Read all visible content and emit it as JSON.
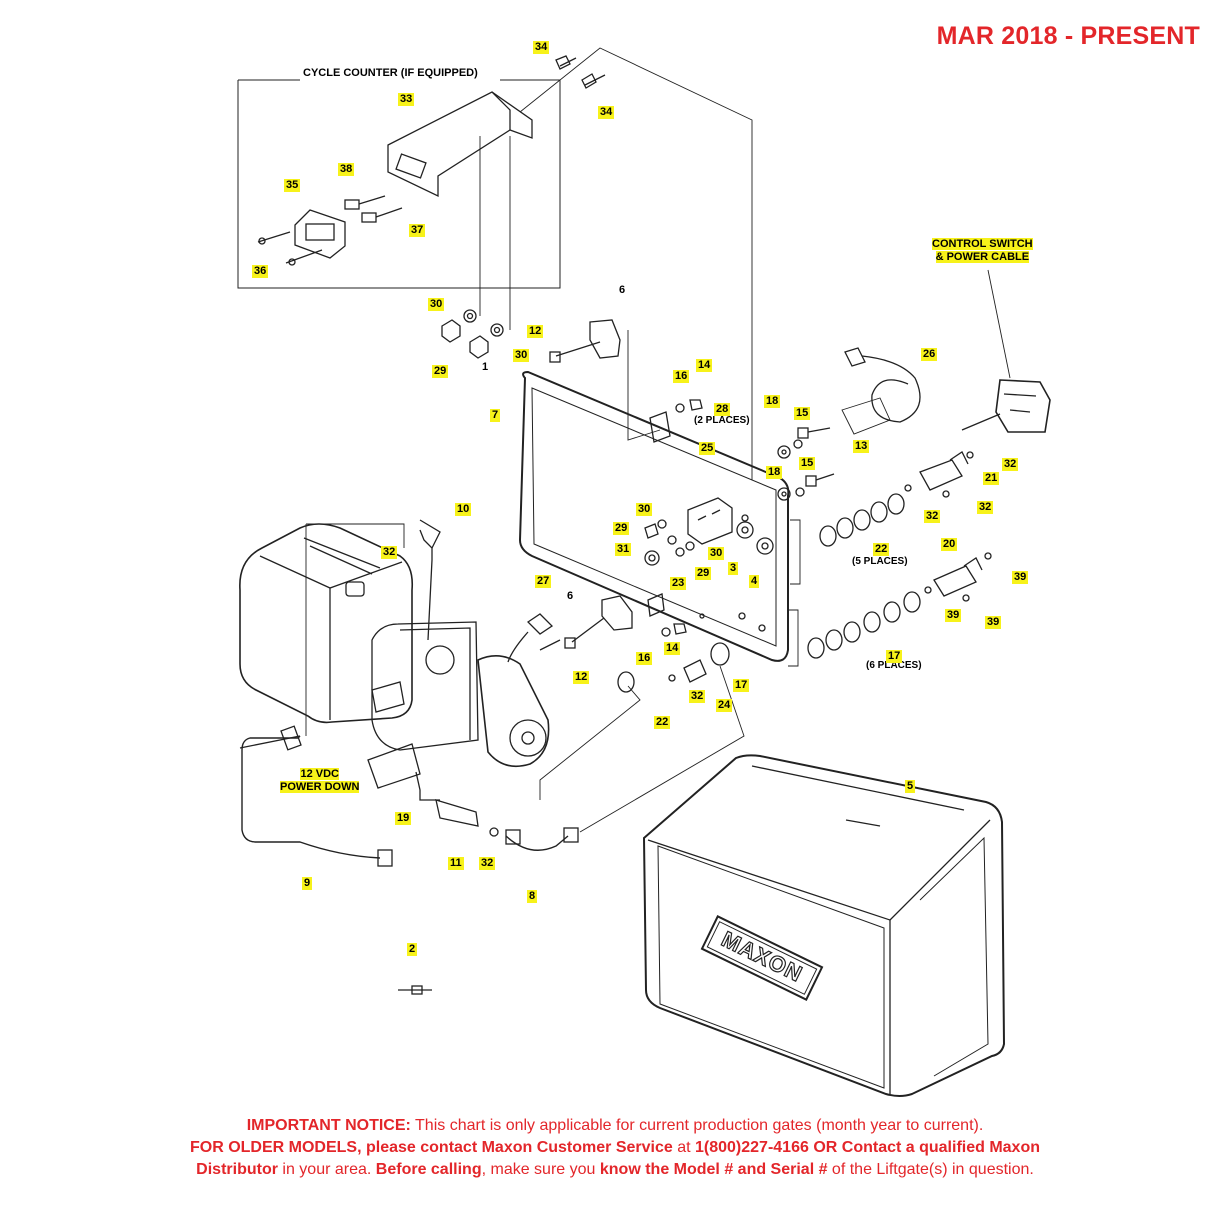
{
  "header": {
    "title": "MAR 2018 - PRESENT"
  },
  "groups": {
    "cycle_counter": "CYCLE COUNTER (IF EQUIPPED)",
    "control_switch_line1": "CONTROL SWITCH",
    "control_switch_line2": "& POWER CABLE",
    "power_down_line1": "12 VDC",
    "power_down_line2": "POWER DOWN"
  },
  "brand": {
    "logo_text": "MAXON"
  },
  "notes": {
    "places_2": "(2 PLACES)",
    "places_5": "(5 PLACES)",
    "places_6": "(6 PLACES)"
  },
  "callouts": [
    "34",
    "34",
    "33",
    "38",
    "35",
    "37",
    "36",
    "30",
    "29",
    "30",
    "6",
    "12",
    "1",
    "7",
    "16",
    "14",
    "28",
    "25",
    "18",
    "15",
    "13",
    "18",
    "15",
    "26",
    "32",
    "21",
    "32",
    "32",
    "10",
    "32",
    "30",
    "29",
    "31",
    "30",
    "23",
    "29",
    "3",
    "4",
    "22",
    "20",
    "39",
    "39",
    "39",
    "27",
    "6",
    "16",
    "14",
    "12",
    "17",
    "22",
    "32",
    "24",
    "17",
    "5",
    "19",
    "11",
    "32",
    "8",
    "9",
    "2"
  ],
  "notice": {
    "line1_bold": "IMPORTANT NOTICE:",
    "line1_text": " This chart is only applicable for current production gates (month year to current).",
    "line2_bold1": "FOR OLDER MODELS, please contact Maxon Customer Service",
    "line2_text1": " at ",
    "line2_bold2": "1(800)227-4166 OR Contact a qualified Maxon",
    "line3_bold1": "Distributor",
    "line3_text1": " in your area. ",
    "line3_bold2": "Before calling",
    "line3_text2": ", make sure you ",
    "line3_bold3": "know the Model # and Serial #",
    "line3_text3": " of the Liftgate(s) in question."
  },
  "colors": {
    "title_red": "#e3262a",
    "callout_yellow": "#f7f21a",
    "line": "#222222"
  }
}
